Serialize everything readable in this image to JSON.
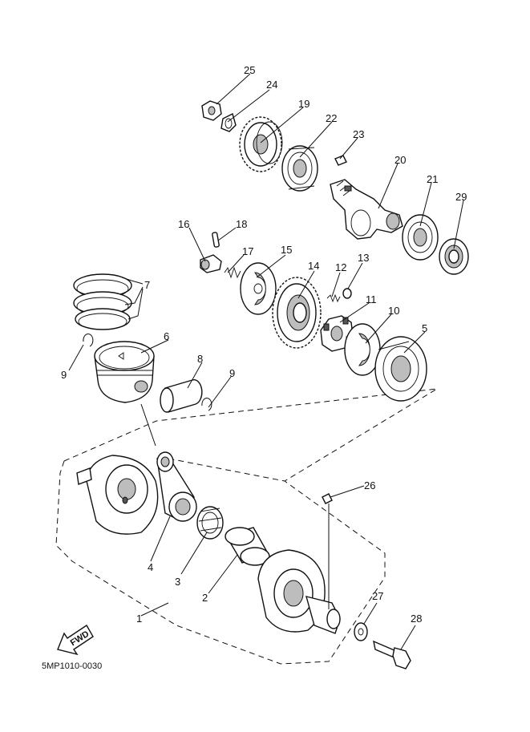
{
  "diagram": {
    "code": "5MP1010-0030",
    "fwd_label": "FWD",
    "callouts": {
      "c1": "1",
      "c2": "2",
      "c3": "3",
      "c4": "4",
      "c5": "5",
      "c6": "6",
      "c7": "7",
      "c8": "8",
      "c9a": "9",
      "c9b": "9",
      "c10": "10",
      "c11": "11",
      "c12": "12",
      "c13": "13",
      "c14": "14",
      "c15": "15",
      "c16": "16",
      "c17": "17",
      "c18": "18",
      "c19": "19",
      "c20": "20",
      "c21": "21",
      "c22": "22",
      "c23": "23",
      "c24": "24",
      "c25": "25",
      "c26": "26",
      "c27": "27",
      "c28": "28",
      "c29": "29"
    }
  }
}
